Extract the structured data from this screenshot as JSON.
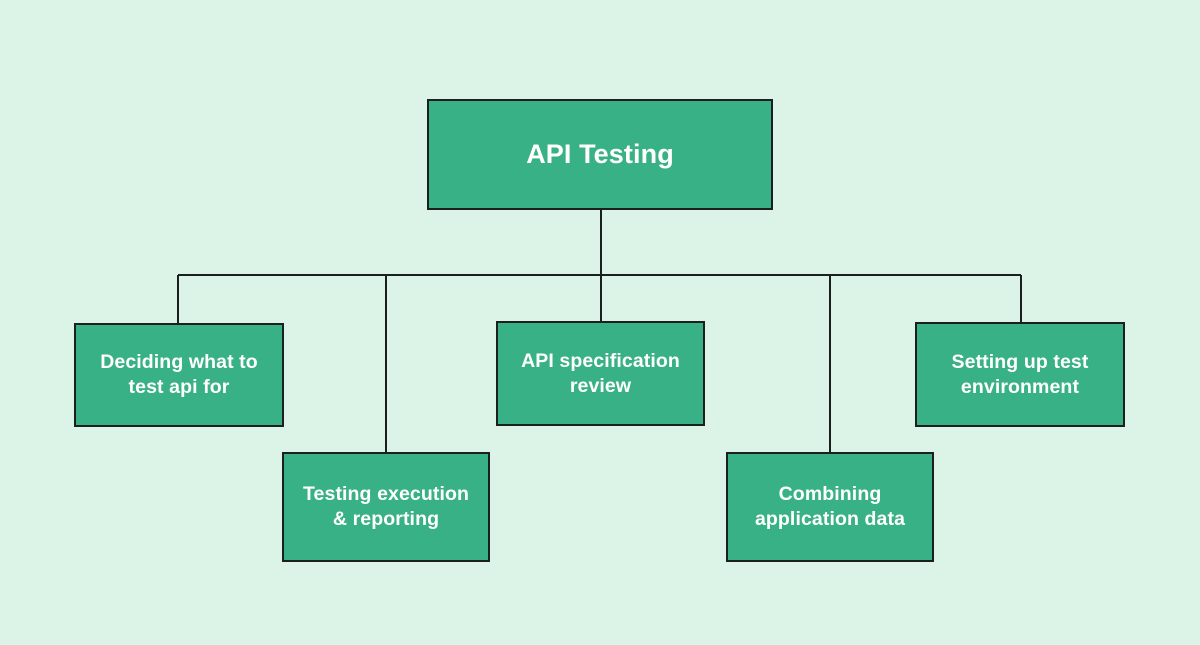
{
  "diagram": {
    "title": "API Testing",
    "type": "hierarchy-tree",
    "background_color": "#dcf3e7",
    "node_fill_color": "#39b187",
    "node_border_color": "#1b1f1d",
    "node_text_color": "#ffffff",
    "connector_color": "#1b1f1d",
    "root": {
      "label": "API Testing"
    },
    "children": [
      {
        "label": "Deciding what to\ntest api for"
      },
      {
        "label": "Testing execution\n& reporting"
      },
      {
        "label": "API specification\nreview"
      },
      {
        "label": "Combining\napplication data"
      },
      {
        "label": "Setting up test\nenvironment"
      }
    ]
  }
}
